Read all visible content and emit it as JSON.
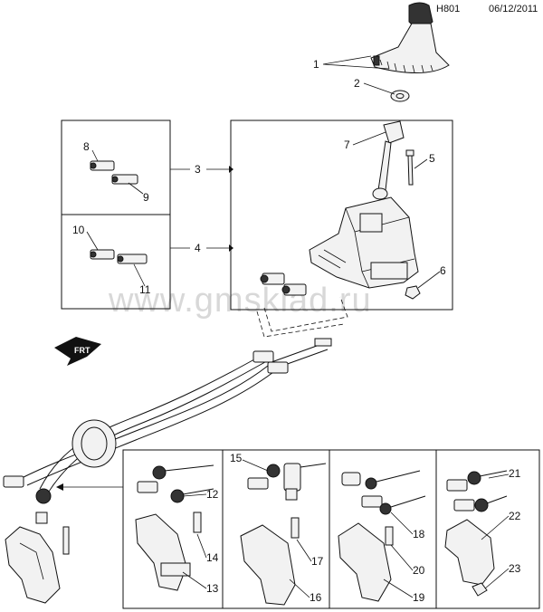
{
  "header": {
    "code": "H801",
    "date": "06/12/2011"
  },
  "watermark": "www.gmsklad.ru",
  "arrow_label": "FRT",
  "callouts": [
    "1",
    "2",
    "3",
    "4",
    "5",
    "6",
    "7",
    "8",
    "9",
    "10",
    "11",
    "12",
    "13",
    "14",
    "15",
    "16",
    "17",
    "18",
    "19",
    "20",
    "21",
    "22",
    "23"
  ]
}
